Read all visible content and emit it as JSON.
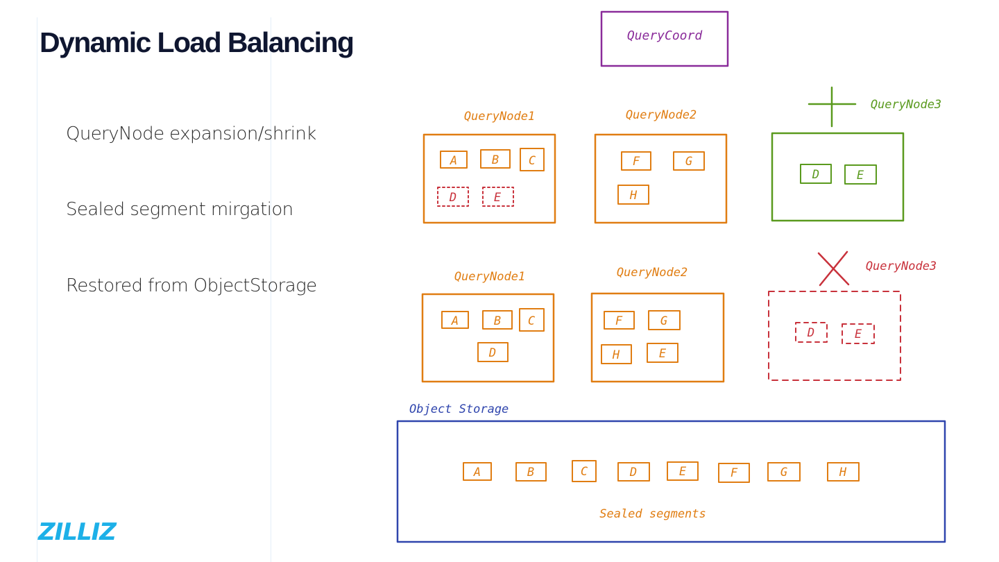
{
  "title": "Dynamic Load Balancing",
  "bullets": [
    "QueryNode expansion/shrink",
    "Sealed segment mirgation",
    "Restored from ObjectStorage"
  ],
  "logo": "ZILLIZ",
  "colors": {
    "orange": "#e07d12",
    "green": "#5a9a1e",
    "red": "#c8313b",
    "purple": "#8a2c9a",
    "blue": "#2f45ad"
  },
  "diagram": {
    "coordinator": "QueryCoord",
    "top_row": {
      "node1": {
        "label": "QueryNode1",
        "segments": [
          "A",
          "B",
          "C"
        ],
        "leaving_segments": [
          "D",
          "E"
        ]
      },
      "node2": {
        "label": "QueryNode2",
        "segments": [
          "F",
          "G",
          "H"
        ]
      },
      "node3": {
        "label": "QueryNode3",
        "state": "added",
        "segments": [
          "D",
          "E"
        ]
      }
    },
    "bottom_row": {
      "node1": {
        "label": "QueryNode1",
        "segments": [
          "A",
          "B",
          "C",
          "D"
        ]
      },
      "node2": {
        "label": "QueryNode2",
        "segments": [
          "F",
          "G",
          "H",
          "E"
        ]
      },
      "node3": {
        "label": "QueryNode3",
        "state": "removed",
        "segments": [
          "D",
          "E"
        ]
      }
    },
    "storage": {
      "label": "Object Storage",
      "segments": [
        "A",
        "B",
        "C",
        "D",
        "E",
        "F",
        "G",
        "H"
      ],
      "caption": "Sealed segments"
    }
  }
}
